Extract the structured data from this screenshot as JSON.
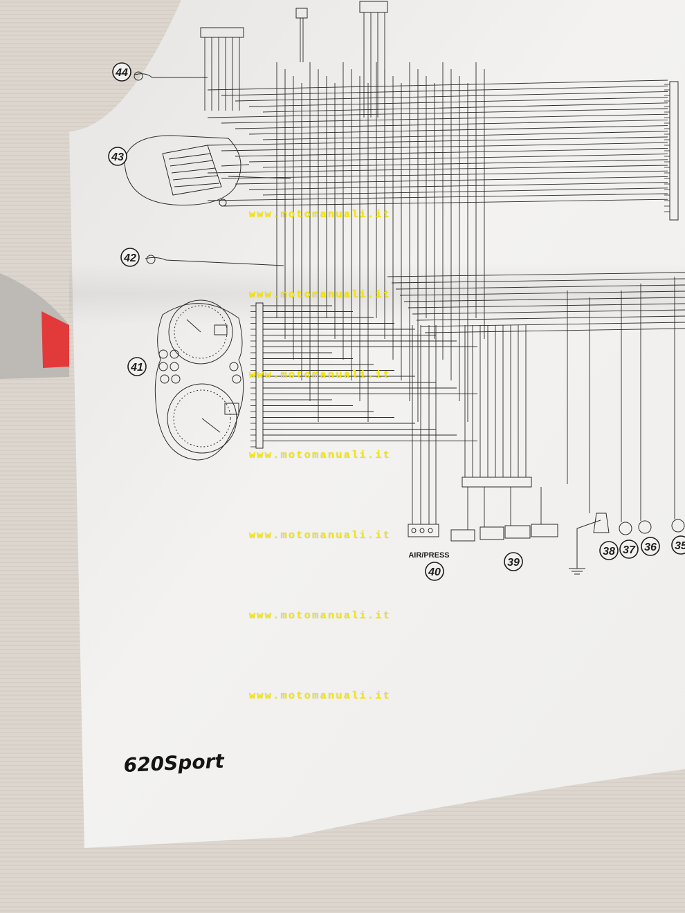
{
  "watermark": {
    "text": "www.motomanuali.it",
    "color": "#f4e600"
  },
  "model_label": "620Sport",
  "diagram": {
    "components": [
      {
        "id": "44"
      },
      {
        "id": "43"
      },
      {
        "id": "42"
      },
      {
        "id": "41"
      },
      {
        "id": "40",
        "label": "AIR/PRESS"
      },
      {
        "id": "39"
      },
      {
        "id": "38"
      },
      {
        "id": "37"
      },
      {
        "id": "36"
      },
      {
        "id": "35"
      }
    ]
  },
  "colors": {
    "paper": "#f2f1ef",
    "ink": "#2a2a2a",
    "table": "#d9d3cc",
    "binder_red": "#e23a3a"
  }
}
